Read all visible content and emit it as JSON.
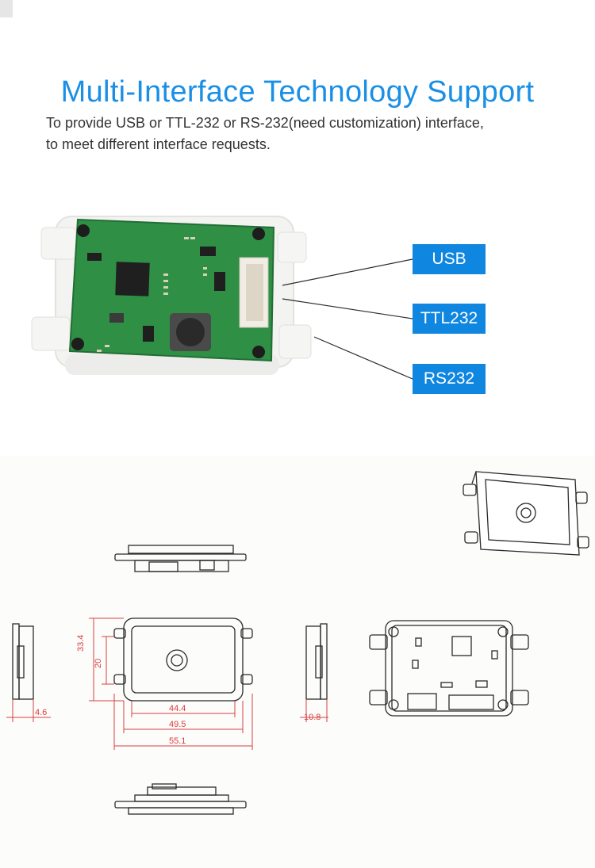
{
  "header": {
    "title": "Multi-Interface Technology Support",
    "description_line1": "To provide USB or TTL-232 or RS-232(need customization) interface,",
    "description_line2": "to meet different interface requests."
  },
  "interface_tags": {
    "usb": "USB",
    "ttl232": "TTL232",
    "rs232": "RS232"
  },
  "dimensions": {
    "height_outer": "33.4",
    "height_inner": "20",
    "width_inner": "44.4",
    "width_mid": "49.5",
    "width_outer": "55.1",
    "depth_front": "4.6",
    "depth_side": "10.8"
  },
  "colors": {
    "accent": "#1a8fe6",
    "tag_bg": "#0f86e0",
    "pcb_green": "#2e8f45",
    "dimension_red": "#d94040"
  }
}
